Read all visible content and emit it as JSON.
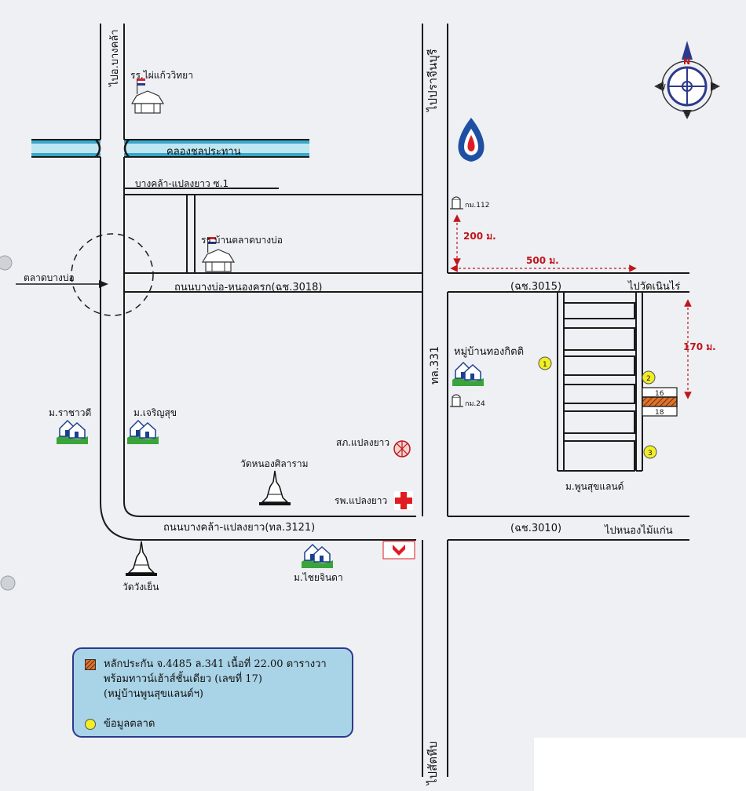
{
  "compass": {
    "north": "N",
    "south": "S",
    "east": "E",
    "west": "W"
  },
  "roads": {
    "bang_khla": "ไปอ.บางคล้า",
    "prachin": "ไปปราจีนบุรี",
    "sattahip": "ไปสัตหีบ",
    "highway": "ทล.331",
    "soi1": "บางคล้า-แปลงยาว ซ.1",
    "ban_bo_nong_khrok": "ถนนบางบ่อ-หนองครก(ฉช.3018)",
    "bang_khla_plaeng_yao": "ถนนบางคล้า-แปลงยาว(ทล.3121)",
    "chachoengsao_3015": "(ฉช.3015)",
    "chachoengsao_3010": "(ฉช.3010)",
    "wat_noen_rai": "ไปวัดเนินไร่",
    "nong_mai_kaen": "ไปหนองไม้แก่น"
  },
  "places": {
    "canal": "คลองชลประทาน",
    "school_phai": "รร.ไผ่แก้ววิทยา",
    "school_bang_bo": "รร.บ้านตลาดบางบ่อ",
    "market": "ตลาดบางบ่อ",
    "km112": "กม.112",
    "km24": "กม.24",
    "village_thong": "หมู่บ้านทองกิตติ",
    "m_racha": "ม.ราชาวดี",
    "m_charoen": "ม.เจริญสุข",
    "police": "สภ.แปลงยาว",
    "wat_nong_sila": "วัดหนองศิลาราม",
    "hospital": "รพ.แปลงยาว",
    "wat_wang_yen": "วัดวังเย็น",
    "m_chai": "ม.ไชยจินดา",
    "m_phun_suk": "ม.พูนสุขแลนด์"
  },
  "distances": {
    "d200": "200 ม.",
    "d500": "500 ม.",
    "d170": "170 ม."
  },
  "lots": {
    "lot16": "16",
    "lot18": "18"
  },
  "markers": {
    "m1": "1",
    "m2": "2",
    "m3": "3"
  },
  "legend": {
    "collateral_line1": "หลักประกัน จ.4485 ล.341 เนื้อที่ 22.00 ตารางวา",
    "collateral_line2": "พร้อมทาวน์เฮ้าส์ชั้นเดียว (เลขที่ 17)",
    "collateral_line3": "(หมู่บ้านพูนสุขแลนด์ฯ)",
    "market_data": "ข้อมูลตลาด"
  },
  "colors": {
    "road_line": "#1a1a1a",
    "canal": "#3aa7c9",
    "distance_red": "#c0151a",
    "marker_yellow": "#f2ee25",
    "collateral_orange": "#e0722a",
    "legend_bg": "#a9d3e6",
    "legend_border": "#2d3a8c",
    "ptt_blue": "#1f4fa3",
    "hospital_red": "#e01b22"
  }
}
